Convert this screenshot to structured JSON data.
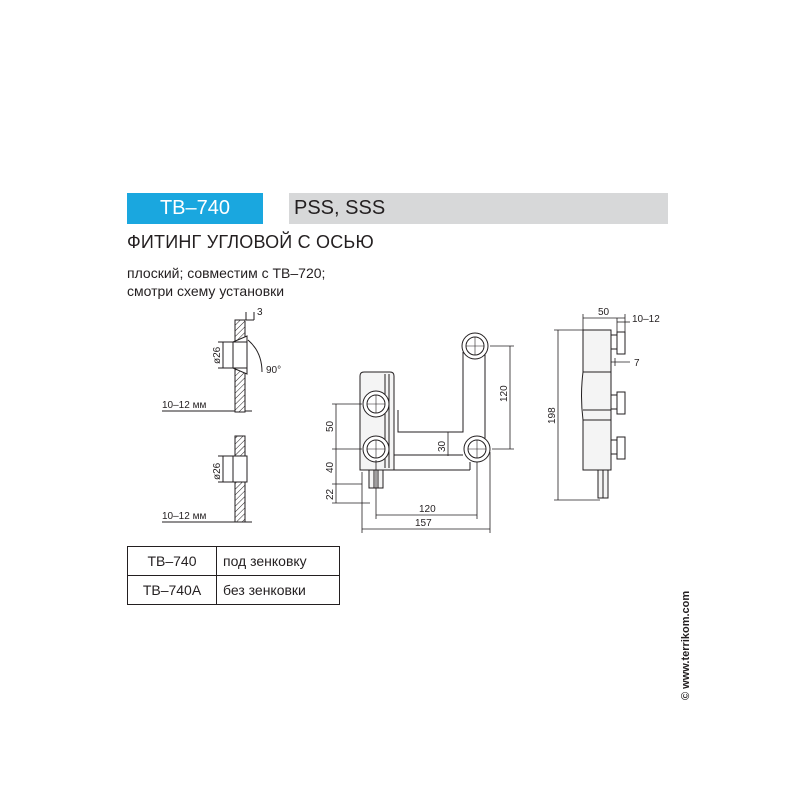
{
  "header": {
    "code": "TB–740",
    "series": "PSS, SSS",
    "colors": {
      "code_bg": "#1aa7df",
      "series_bg": "#d7d8d9"
    }
  },
  "product": {
    "title": "ФИТИНГ УГЛОВОЙ С ОСЬЮ",
    "description_lines": [
      "плоский; совместим с TB–720;",
      "смотри схему установки"
    ]
  },
  "dimensions": {
    "glass_thickness": "10–12 мм",
    "counter_thickness": "3",
    "diameter_top": "ø26",
    "diameter_bottom": "ø26",
    "angle": "90°",
    "front": {
      "d50": "50",
      "d40": "40",
      "d22": "22",
      "d30": "30",
      "d120_vertical": "120",
      "d120_horizontal": "120",
      "d157": "157"
    },
    "side": {
      "d50": "50",
      "d10_12": "10–12",
      "d7": "7",
      "d198": "198"
    }
  },
  "variants": [
    {
      "code": "TB–740",
      "note": "под зенковку"
    },
    {
      "code": "TB–740A",
      "note": "без зенковки"
    }
  ],
  "copyright": "© www.terrikom.com"
}
